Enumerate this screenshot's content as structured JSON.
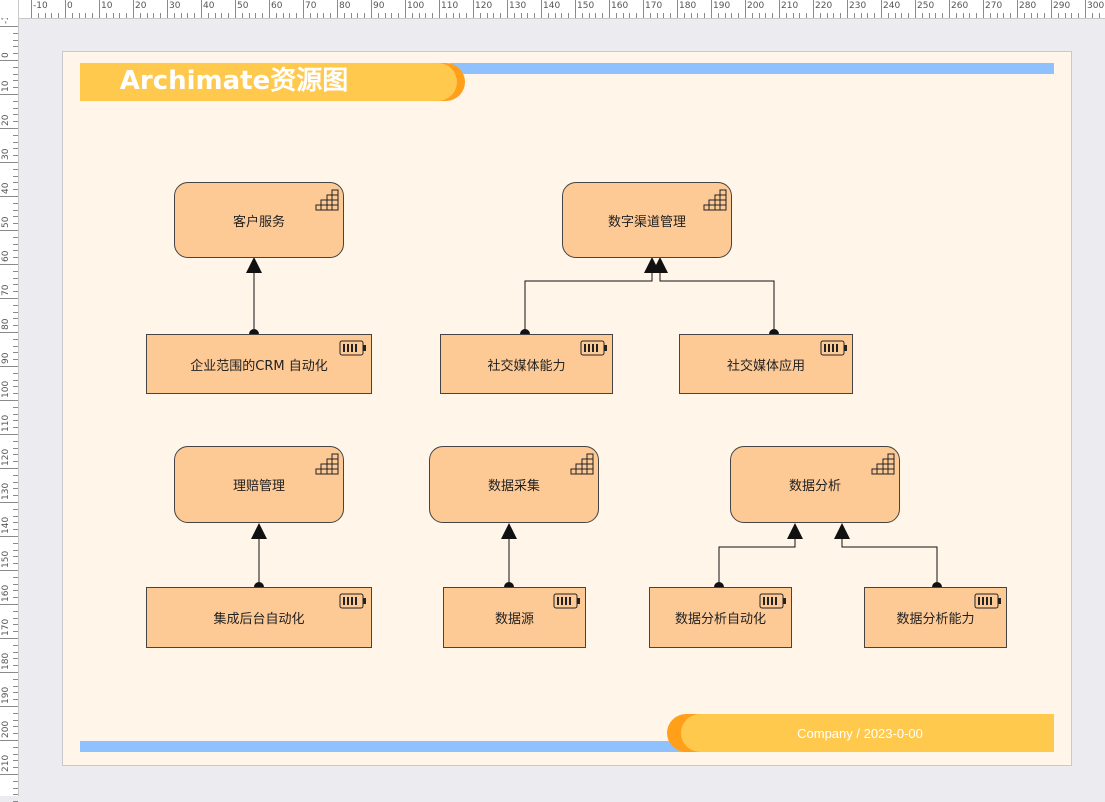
{
  "title": "Archimate资源图",
  "footer": "Company / 2023-0-00",
  "colors": {
    "node_fill": "#fdc995",
    "canvas": "#fff5e8",
    "title_band": "#ffc94d",
    "title_accent": "#ff9f1a",
    "blue_band": "#8fc1ff"
  },
  "ruler": {
    "x_labels": [
      "-10",
      "0",
      "10",
      "20",
      "30",
      "40",
      "50",
      "60",
      "70",
      "80",
      "90",
      "100",
      "110",
      "120",
      "130",
      "140",
      "150",
      "160",
      "170",
      "180",
      "190",
      "200",
      "210",
      "220",
      "230",
      "240",
      "250",
      "260",
      "270",
      "280",
      "290",
      "300"
    ],
    "y_labels": [
      "-10",
      "0",
      "10",
      "20",
      "30",
      "40",
      "50",
      "60",
      "70",
      "80",
      "90",
      "100",
      "110",
      "120",
      "130",
      "140",
      "150",
      "160",
      "170",
      "180",
      "190",
      "200",
      "210"
    ]
  },
  "nodes": {
    "customer_service": {
      "label": "客户服务",
      "icon": "function-icon"
    },
    "digital_channel": {
      "label": "数字渠道管理",
      "icon": "function-icon"
    },
    "crm_automation": {
      "label": "企业范围的CRM 自动化",
      "icon": "capability-icon"
    },
    "social_capability": {
      "label": "社交媒体能力",
      "icon": "capability-icon"
    },
    "social_app": {
      "label": "社交媒体应用",
      "icon": "capability-icon"
    },
    "claims": {
      "label": "理赔管理",
      "icon": "function-icon"
    },
    "data_collection": {
      "label": "数据采集",
      "icon": "function-icon"
    },
    "data_analysis": {
      "label": "数据分析",
      "icon": "function-icon"
    },
    "backend_automation": {
      "label": "集成后台自动化",
      "icon": "capability-icon"
    },
    "data_source": {
      "label": "数据源",
      "icon": "capability-icon"
    },
    "analysis_automation": {
      "label": "数据分析自动化",
      "icon": "capability-icon"
    },
    "analysis_capability": {
      "label": "数据分析能力",
      "icon": "capability-icon"
    }
  }
}
